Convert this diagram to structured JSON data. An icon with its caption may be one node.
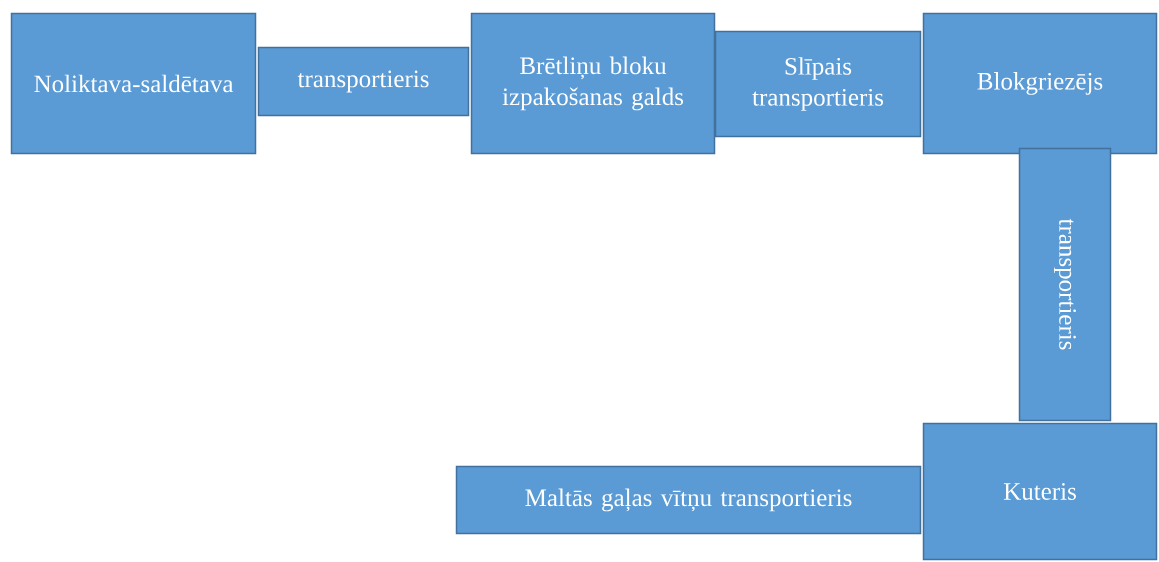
{
  "diagram": {
    "nodes": [
      {
        "text": [
          "Noliktava-saldētava"
        ]
      },
      {
        "text": [
          "transportieris"
        ]
      },
      {
        "text": [
          "Brētliņu bloku izpakošanas galds"
        ]
      },
      {
        "text": [
          "Slīpais transportieris"
        ]
      },
      {
        "text": [
          "Blokgriezējs"
        ]
      },
      {
        "text": [
          "transportieris"
        ]
      },
      {
        "text": [
          "Kuteris"
        ]
      },
      {
        "text": [
          "Maltās gaļas vītņu transportieris"
        ]
      }
    ]
  }
}
